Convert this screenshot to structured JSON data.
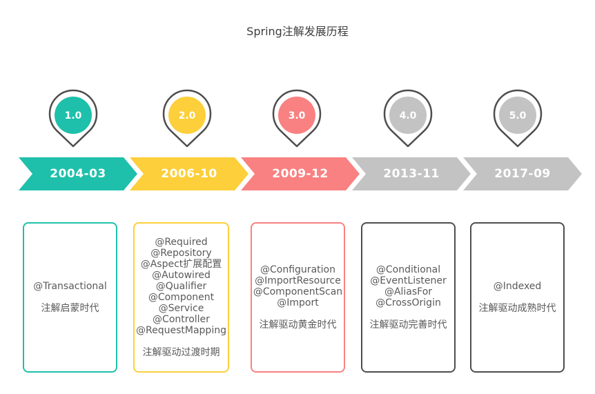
{
  "title": "Spring注解发展历程",
  "colors": {
    "teal": "#1ec0ab",
    "yellow": "#fccf3b",
    "red": "#f98181",
    "gray": "#c3c3c3",
    "pin_outline": "#4d4d4d",
    "dark_card_border": "#4d4d4d"
  },
  "milestones": [
    {
      "version": "1.0",
      "date": "2004-03",
      "color": "#1ec0ab",
      "annotations": [
        "@Transactional"
      ],
      "era": "注解启蒙时代"
    },
    {
      "version": "2.0",
      "date": "2006-10",
      "color": "#fccf3b",
      "annotations": [
        "@Required",
        "@Repository",
        "@Aspect扩展配置",
        "@Autowired",
        "@Qualifier",
        "@Component",
        "@Service",
        "@Controller",
        "@RequestMapping"
      ],
      "era": "注解驱动过渡时期"
    },
    {
      "version": "3.0",
      "date": "2009-12",
      "color": "#f98181",
      "annotations": [
        "@Configuration",
        "@ImportResource",
        "@ComponentScan",
        "@Import"
      ],
      "era": "注解驱动黄金时代"
    },
    {
      "version": "4.0",
      "date": "2013-11",
      "color": "#c3c3c3",
      "card_border": "#4d4d4d",
      "annotations": [
        "@Conditional",
        "@EventListener",
        "@AliasFor",
        "@CrossOrigin"
      ],
      "era": "注解驱动完善时代"
    },
    {
      "version": "5.0",
      "date": "2017-09",
      "color": "#c3c3c3",
      "card_border": "#4d4d4d",
      "annotations": [
        "@Indexed"
      ],
      "era": "注解驱动成熟时代"
    }
  ]
}
